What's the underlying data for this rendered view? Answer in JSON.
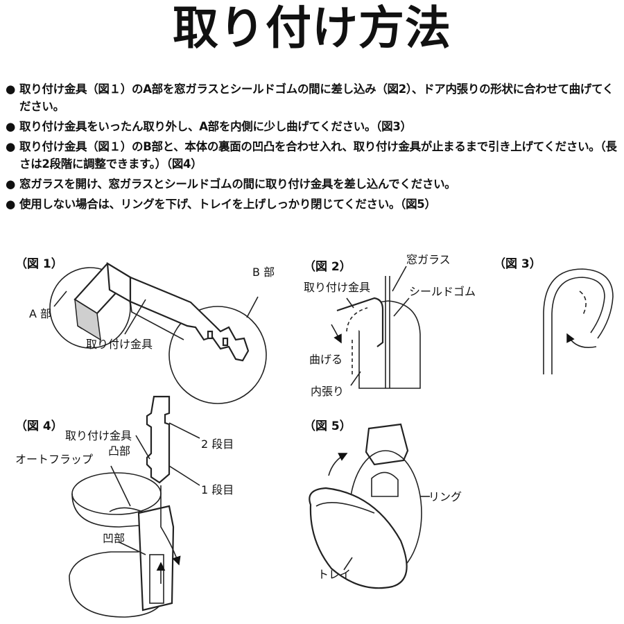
{
  "title": "取り付け方法",
  "bullet": "●",
  "steps": [
    "取り付け金具（図１）のA部を窓ガラスとシールドゴムの間に差し込み（図2）、ドア内張りの形状に合わせて曲げてください。",
    "取り付け金具をいったん取り外し、A部を内側に少し曲げてください。（図3）",
    "取り付け金具（図１）のB部と、本体の裏面の凹凸を合わせ入れ、取り付け金具が止まるまで引き上げてください。（長さは2段階に調整できます。）（図4）",
    "窓ガラスを開け、窓ガラスとシールドゴムの間に取り付け金具を差し込んでください。",
    "使用しない場合は、リングを下げ、トレイを上げしっかり閉じてください。（図5）"
  ],
  "fig1": {
    "caption": "（図 1）",
    "label_a": "A 部",
    "label_b": "B 部",
    "label_bracket": "取り付け金具"
  },
  "fig2": {
    "caption": "（図 2）",
    "label_glass": "窓ガラス",
    "label_bracket": "取り付け金具",
    "label_seal": "シールドゴム",
    "label_bend": "曲げる",
    "label_lining": "内張り"
  },
  "fig3": {
    "caption": "（図 3）"
  },
  "fig4": {
    "caption": "（図 4）",
    "label_bracket": "取り付け金具",
    "label_convex": "凸部",
    "label_flap": "オートフラップ",
    "label_step2": "2 段目",
    "label_step1": "1 段目",
    "label_concave": "凹部"
  },
  "fig5": {
    "caption": "（図 5）",
    "label_ring": "リング",
    "label_tray": "トレイ"
  }
}
